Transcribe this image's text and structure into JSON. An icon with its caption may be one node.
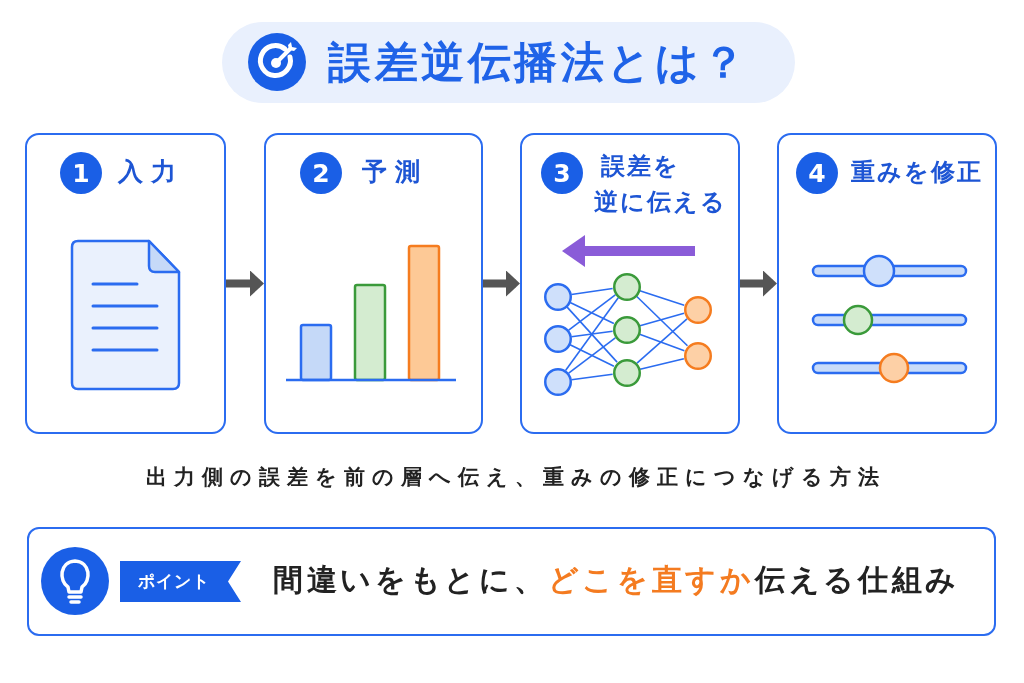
{
  "diagram": {
    "title": "誤差逆伝播法とは？",
    "caption": "出力側の誤差を前の層へ伝え、重みの修正につなげる方法",
    "nodes": [
      {
        "text": [
          "入力"
        ]
      },
      {
        "text": [
          "1"
        ],
        "in": 0
      },
      {
        "text": [
          "予測"
        ]
      },
      {
        "text": [
          "2"
        ],
        "in": 2
      },
      {
        "text": [
          "誤差を逆に伝える"
        ]
      },
      {
        "text": [
          "3"
        ],
        "in": 4
      },
      {
        "text": [],
        "shape": "circle",
        "in": 4
      },
      {
        "text": [],
        "shape": "circle",
        "in": 4
      },
      {
        "text": [],
        "shape": "circle",
        "in": 4
      },
      {
        "text": [],
        "shape": "circle",
        "in": 4
      },
      {
        "text": [],
        "shape": "circle",
        "in": 4
      },
      {
        "text": [],
        "shape": "circle",
        "in": 4
      },
      {
        "text": [],
        "shape": "circle",
        "in": 4
      },
      {
        "text": [],
        "shape": "circle",
        "in": 4
      },
      {
        "text": [
          "重みを修正"
        ]
      },
      {
        "text": [
          "4"
        ],
        "in": 14
      },
      {
        "text": [
          "間違いをもとに、**どこを直すか**伝える仕組み"
        ]
      },
      {
        "text": [
          "ポイント"
        ],
        "in": 16
      }
    ],
    "edges": [
      {
        "from": 0,
        "to": 2,
        "arrow": "to",
        "style": "thick",
        "color": "#555555"
      },
      {
        "from": 2,
        "to": 4,
        "arrow": "to",
        "style": "thick",
        "color": "#555555"
      },
      {
        "from": 4,
        "to": 14,
        "arrow": "to",
        "style": "thick",
        "color": "#555555"
      },
      {
        "from": 6,
        "to": 9,
        "arrow": "none"
      },
      {
        "from": 6,
        "to": 10,
        "arrow": "none"
      },
      {
        "from": 6,
        "to": 11,
        "arrow": "none"
      },
      {
        "from": 7,
        "to": 9,
        "arrow": "none"
      },
      {
        "from": 7,
        "to": 10,
        "arrow": "none"
      },
      {
        "from": 7,
        "to": 11,
        "arrow": "none"
      },
      {
        "from": 8,
        "to": 9,
        "arrow": "none"
      },
      {
        "from": 8,
        "to": 10,
        "arrow": "none"
      },
      {
        "from": 8,
        "to": 11,
        "arrow": "none"
      },
      {
        "from": 9,
        "to": 12,
        "arrow": "none"
      },
      {
        "from": 9,
        "to": 13,
        "arrow": "none"
      },
      {
        "from": 10,
        "to": 12,
        "arrow": "none"
      },
      {
        "from": 10,
        "to": 13,
        "arrow": "none"
      },
      {
        "from": 11,
        "to": 12,
        "arrow": "none"
      },
      {
        "from": 11,
        "to": 13,
        "arrow": "none"
      }
    ]
  }
}
